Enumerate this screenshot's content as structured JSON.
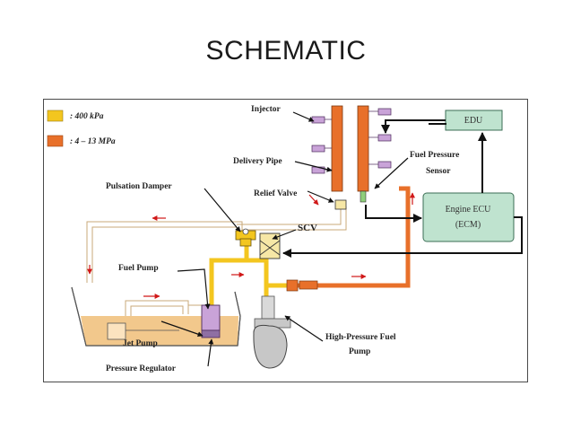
{
  "title": "SCHEMATIC",
  "legend": {
    "low_pressure": "400 kPa",
    "high_pressure": "4 – 13 MPa",
    "low_color": "#f3c61f",
    "high_color": "#e8702a"
  },
  "labels": {
    "injector": "Injector",
    "delivery_pipe": "Delivery Pipe",
    "relief_valve": "Relief Valve",
    "pulsation_damper": "Pulsation Damper",
    "scv": "SCV",
    "fuel_pump": "Fuel Pump",
    "jet_pump": "Jet Pump",
    "pressure_regulator": "Pressure Regulator",
    "hp_pump_line1": "High-Pressure Fuel",
    "hp_pump_line2": "Pump",
    "fuel_pressure_sensor_line1": "Fuel Pressure",
    "fuel_pressure_sensor_line2": "Sensor",
    "edu": "EDU",
    "engine_ecu_line1": "Engine ECU",
    "engine_ecu_line2": "(ECM)"
  },
  "colors": {
    "return_line": "#e6d3b0",
    "box_fill": "#bfe3cf",
    "box_stroke": "#3b6e55",
    "injector": "#c9a3d8",
    "tank_fuel": "#f2c88c",
    "arrow": "#d01818"
  }
}
